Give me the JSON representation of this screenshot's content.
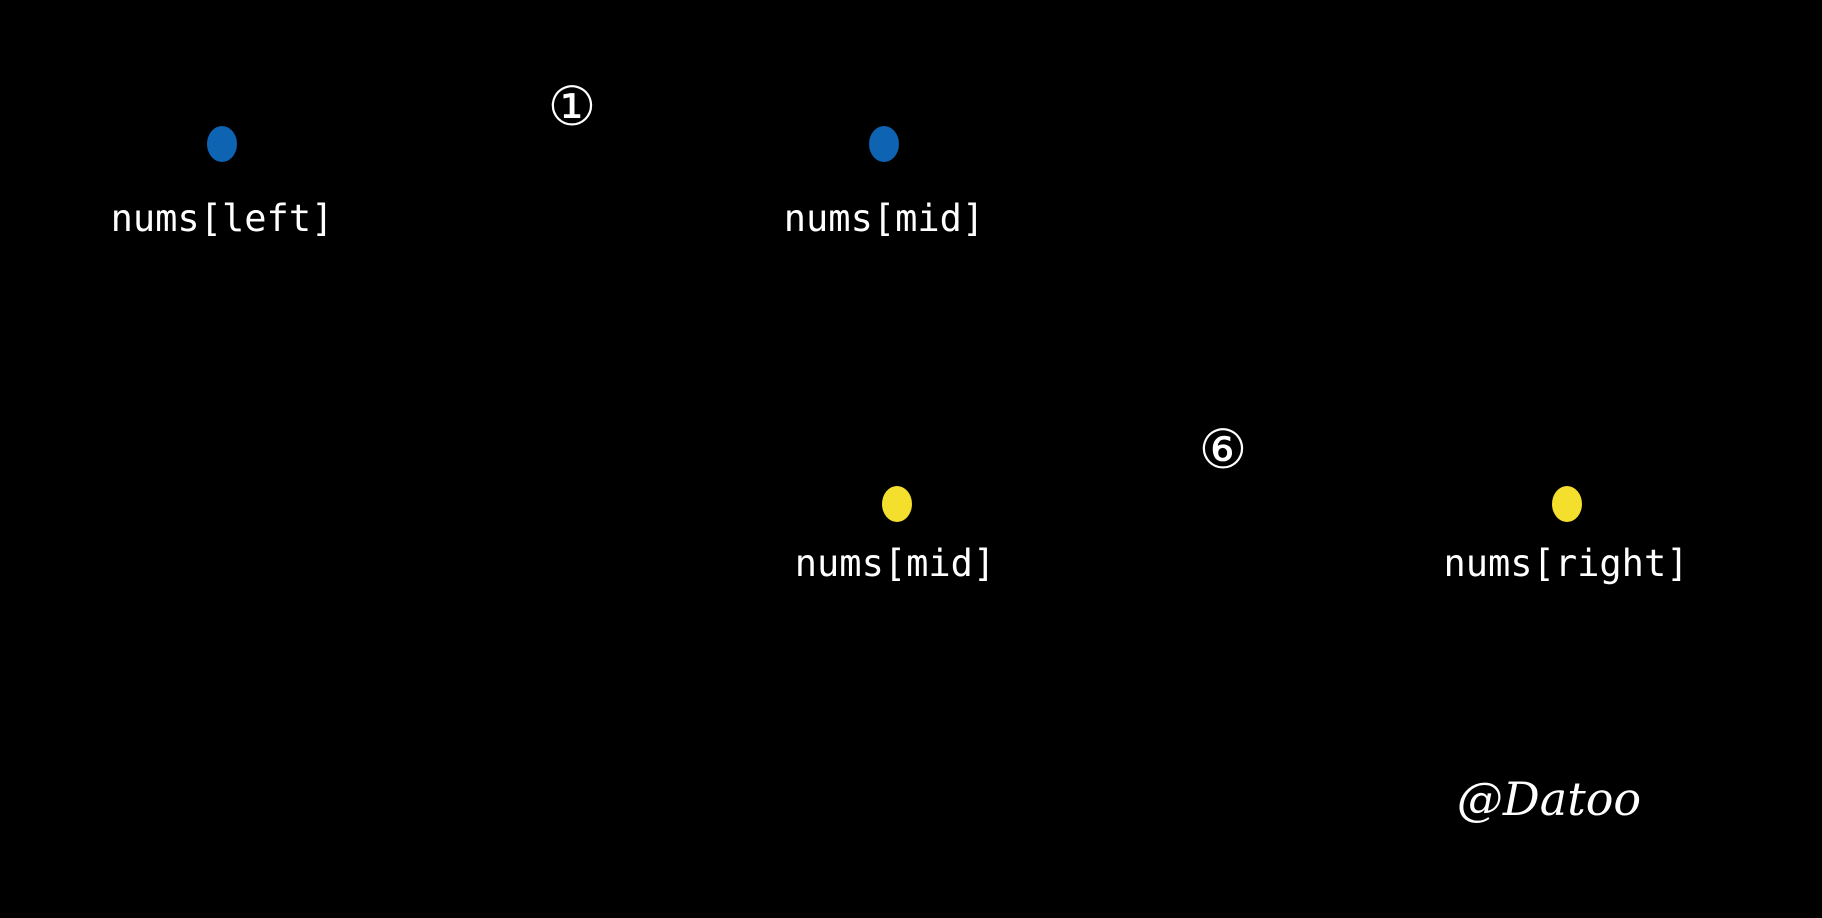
{
  "colors": {
    "background": "#000000",
    "blue": "#0e63b3",
    "yellow": "#f3df2c",
    "text": "#ffffff"
  },
  "top_row": {
    "step_marker": "①",
    "left_label": "nums[left]",
    "mid_label": "nums[mid]"
  },
  "bottom_row": {
    "step_marker": "⑥",
    "mid_label": "nums[mid]",
    "right_label": "nums[right]"
  },
  "signature": "@Datoo"
}
